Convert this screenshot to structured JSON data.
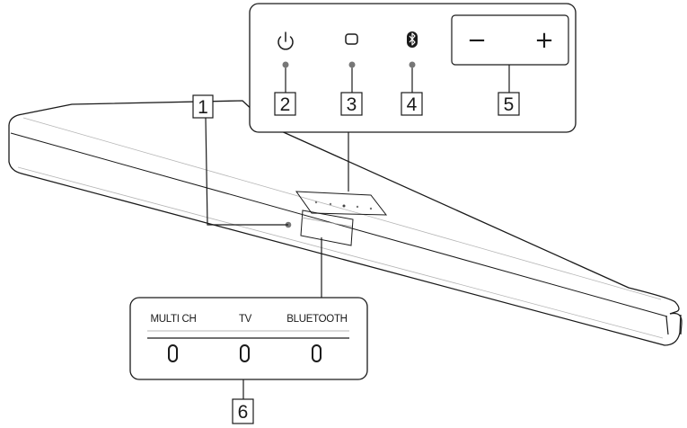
{
  "callouts": {
    "c1": "1",
    "c2": "2",
    "c3": "3",
    "c4": "4",
    "c5": "5",
    "c6": "6"
  },
  "buttons": {
    "volume_minus": "−",
    "volume_plus": "+"
  },
  "indicators": {
    "multi_ch": "MULTI CH",
    "tv": "TV",
    "bluetooth": "BLUETOOTH"
  }
}
